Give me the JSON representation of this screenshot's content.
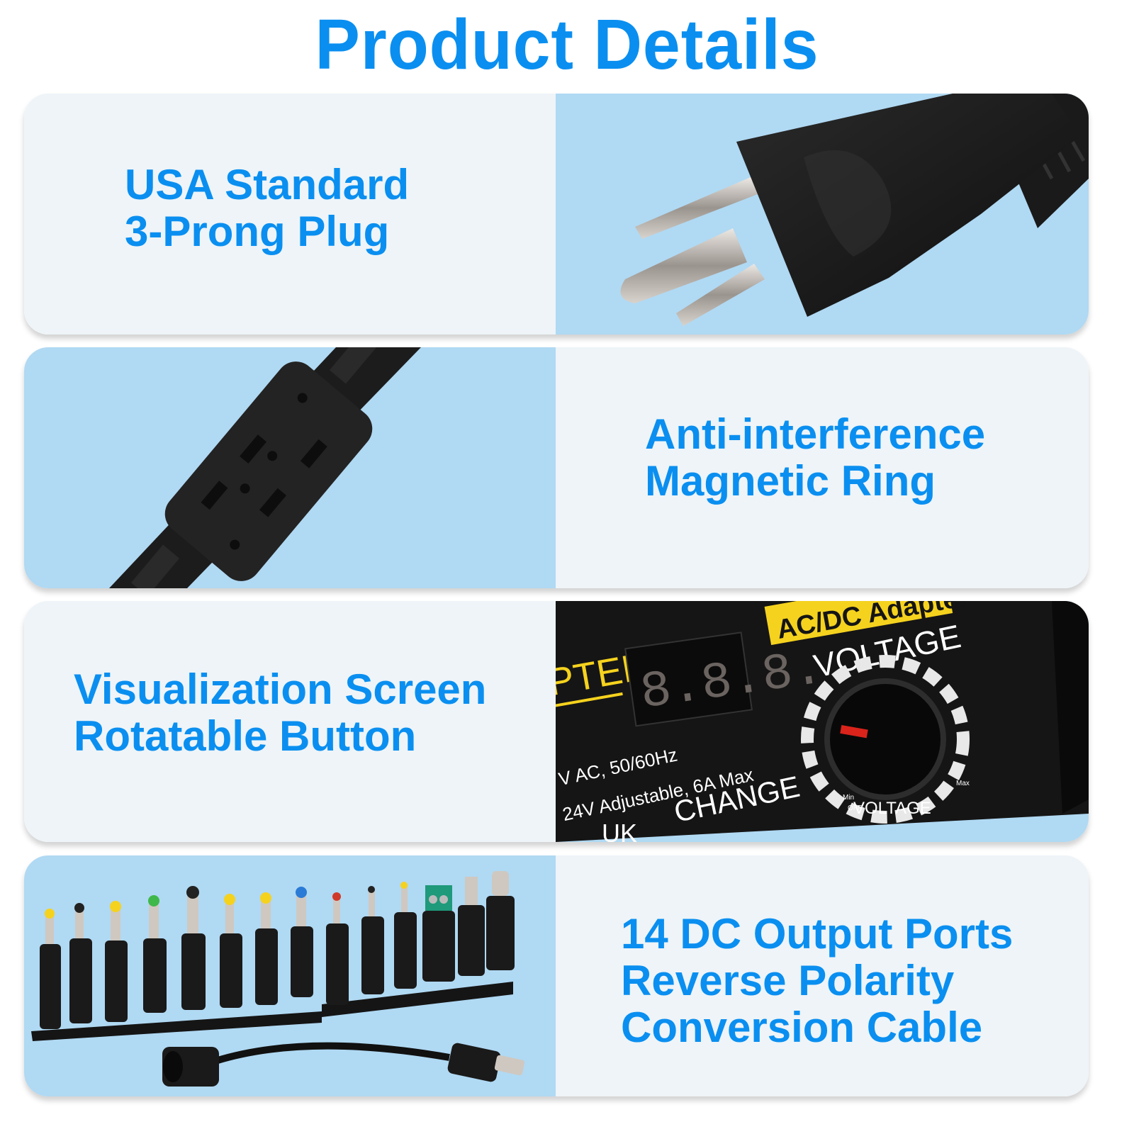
{
  "page": {
    "title": "Product Details"
  },
  "colors": {
    "accent_text": "#0a8ff0",
    "panel_light": "#eef4f8",
    "panel_blue": "#b0d9f3"
  },
  "features": [
    {
      "lines": [
        "USA Standard",
        "3-Prong Plug"
      ],
      "image": "us-3-prong-plug"
    },
    {
      "lines": [
        "Anti-interference",
        "Magnetic Ring"
      ],
      "image": "ferrite-magnetic-ring"
    },
    {
      "lines": [
        "Visualization Screen",
        "Rotatable Button"
      ],
      "image": "adapter-display-and-knob",
      "device_labels": {
        "badge": "AC/DC Adapter",
        "brand_fragment": "PTER",
        "display_value": "8.8.8.",
        "knob_title": "VOLTAGE",
        "input_spec": "V AC, 50/60Hz",
        "output_spec": "24V Adjustable, 6A Max",
        "change": "CHANGE",
        "region": "UK",
        "dial_label": "VOLTAGE",
        "dial_min": "Min",
        "dial_off": "OFF",
        "dial_max": "Max"
      }
    },
    {
      "lines": [
        "14 DC Output Ports",
        "Reverse Polarity",
        "Conversion Cable"
      ],
      "image": "dc-connector-tips-and-cable"
    }
  ]
}
